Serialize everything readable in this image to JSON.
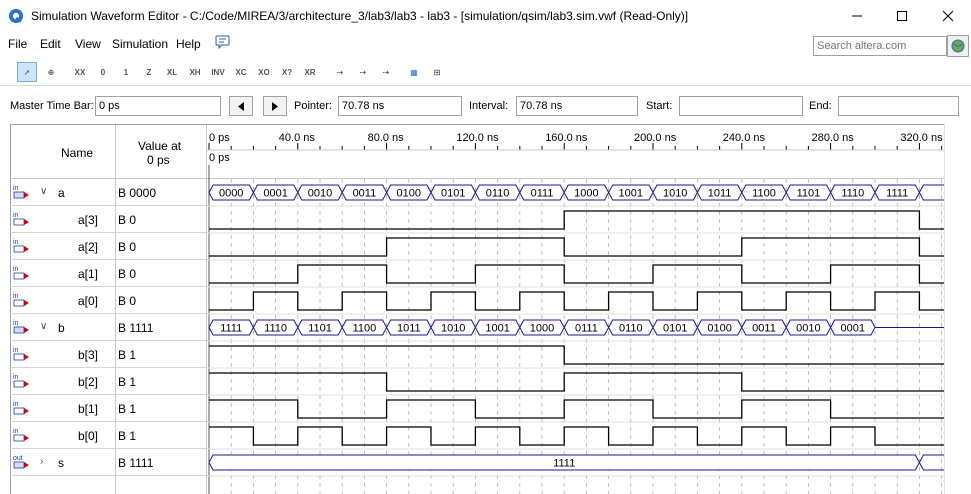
{
  "window": {
    "title": "Simulation Waveform Editor - C:/Code/MIREA/3/architecture_3/lab3/lab3 - lab3 - [simulation/qsim/lab3.sim.vwf (Read-Only)]",
    "icon": "quartus-icon",
    "min_icon": "minimize-icon",
    "max_icon": "maximize-icon",
    "close_icon": "close-icon"
  },
  "menu": {
    "items": [
      "File",
      "Edit",
      "View",
      "Simulation",
      "Help"
    ],
    "help_icon": "chat-icon",
    "search_placeholder": "Search altera.com",
    "search_icon": "globe-search-icon"
  },
  "toolbar": {
    "icons": [
      "pointer-icon",
      "zoom-icon",
      "unknown-value-icon",
      "force-low-icon",
      "force-high-icon",
      "high-impedance-icon",
      "weak-low-icon",
      "weak-high-icon",
      "invert-icon",
      "count-value-icon",
      "clock-icon",
      "random-icon",
      "dont-care-icon",
      "arbitrary-value-icon",
      "snap-grid-icon",
      "grid-size-icon",
      "sort-icon",
      "overwrite-clock-icon",
      "group-icon"
    ]
  },
  "timebar": {
    "master_label": "Master Time Bar:",
    "master_value": "0 ps",
    "pointer_label": "Pointer:",
    "pointer_value": "70.78 ns",
    "interval_label": "Interval:",
    "interval_value": "70.78 ns",
    "start_label": "Start:",
    "start_value": "",
    "end_label": "End:",
    "end_value": ""
  },
  "grid": {
    "name_header": "Name",
    "value_header_1": "Value at",
    "value_header_2": "0 ps",
    "time_labels": [
      "0 ps",
      "40.0 ns",
      "80.0 ns",
      "120.0 ns",
      "160.0 ns",
      "200.0 ns",
      "240.0 ns",
      "280.0 ns",
      "320.0 ns"
    ],
    "cursor_label": "0 ps"
  },
  "signals": [
    {
      "name": "a",
      "value": "B 0000",
      "io": "in",
      "group": true,
      "expanded": true,
      "bus": [
        "0000",
        "0001",
        "0010",
        "0011",
        "0100",
        "0101",
        "0110",
        "0111",
        "1000",
        "1001",
        "1010",
        "1011",
        "1100",
        "1101",
        "1110",
        "1111"
      ]
    },
    {
      "name": "a[3]",
      "value": "B 0",
      "io": "in",
      "group": false,
      "levels": [
        0,
        0,
        0,
        0,
        0,
        0,
        0,
        0,
        1,
        1,
        1,
        1,
        1,
        1,
        1,
        1
      ]
    },
    {
      "name": "a[2]",
      "value": "B 0",
      "io": "in",
      "group": false,
      "levels": [
        0,
        0,
        0,
        0,
        1,
        1,
        1,
        1,
        0,
        0,
        0,
        0,
        1,
        1,
        1,
        1
      ]
    },
    {
      "name": "a[1]",
      "value": "B 0",
      "io": "in",
      "group": false,
      "levels": [
        0,
        0,
        1,
        1,
        0,
        0,
        1,
        1,
        0,
        0,
        1,
        1,
        0,
        0,
        1,
        1
      ]
    },
    {
      "name": "a[0]",
      "value": "B 0",
      "io": "in",
      "group": false,
      "levels": [
        0,
        1,
        0,
        1,
        0,
        1,
        0,
        1,
        0,
        1,
        0,
        1,
        0,
        1,
        0,
        1
      ]
    },
    {
      "name": "b",
      "value": "B 1111",
      "io": "in",
      "group": true,
      "expanded": true,
      "bus": [
        "1111",
        "1110",
        "1101",
        "1100",
        "1011",
        "1010",
        "1001",
        "1000",
        "0111",
        "0110",
        "0101",
        "0100",
        "0011",
        "0010",
        "0001"
      ]
    },
    {
      "name": "b[3]",
      "value": "B 1",
      "io": "in",
      "group": false,
      "levels": [
        1,
        1,
        1,
        1,
        1,
        1,
        1,
        1,
        0,
        0,
        0,
        0,
        0,
        0,
        0,
        0
      ]
    },
    {
      "name": "b[2]",
      "value": "B 1",
      "io": "in",
      "group": false,
      "levels": [
        1,
        1,
        1,
        1,
        0,
        0,
        0,
        0,
        1,
        1,
        1,
        1,
        0,
        0,
        0,
        0
      ]
    },
    {
      "name": "b[1]",
      "value": "B 1",
      "io": "in",
      "group": false,
      "levels": [
        1,
        1,
        0,
        0,
        1,
        1,
        0,
        0,
        1,
        1,
        0,
        0,
        1,
        1,
        0,
        0
      ]
    },
    {
      "name": "b[0]",
      "value": "B 1",
      "io": "in",
      "group": false,
      "levels": [
        1,
        0,
        1,
        0,
        1,
        0,
        1,
        0,
        1,
        0,
        1,
        0,
        1,
        0,
        1,
        0
      ]
    },
    {
      "name": "s",
      "value": "B 1111",
      "io": "out",
      "group": true,
      "expanded": false,
      "bus": [
        "1111"
      ]
    }
  ],
  "colors": {
    "bus_outline": "#1a1a8c",
    "wave": "#000000",
    "grid_dash": "#b0b0b0",
    "toolbar_accent": "#1e6fd0"
  }
}
